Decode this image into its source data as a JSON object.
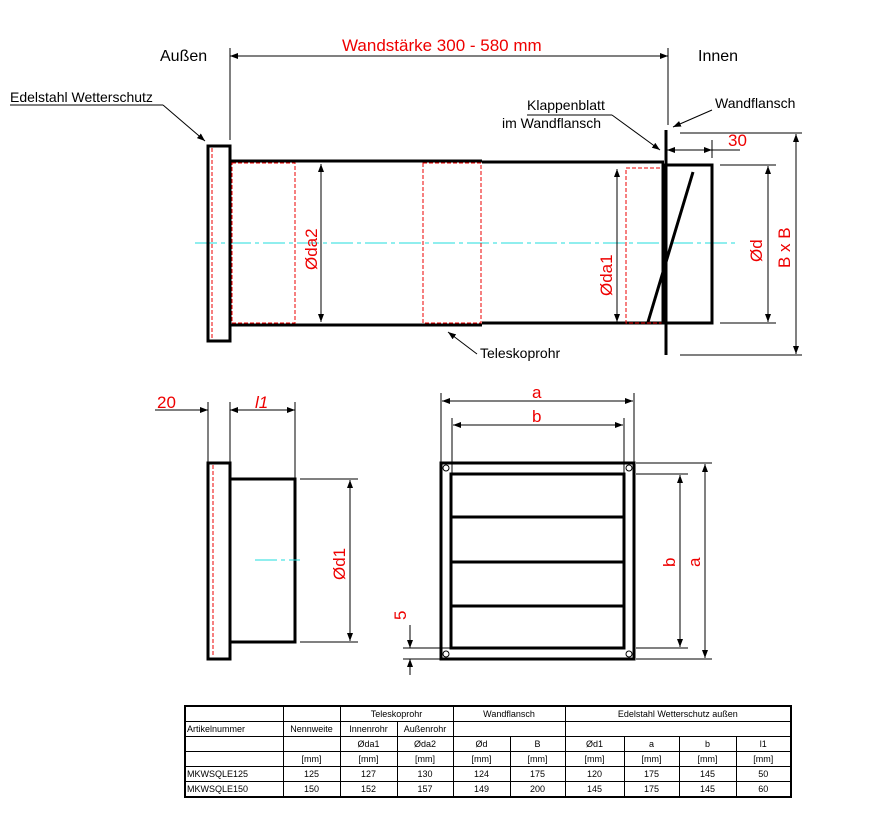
{
  "labels": {
    "outside": "Außen",
    "inside": "Innen",
    "wall_thickness": "Wandstärke 300 - 580 mm",
    "weather_guard": "Edelstahl Wetterschutz",
    "damper_line1": "Klappenblatt",
    "damper_line2": "im Wandflansch",
    "wall_flange": "Wandflansch",
    "telescope": "Teleskoprohr"
  },
  "dims": {
    "flange_30": "30",
    "dia_da2": "Øda2",
    "dia_da1": "Øda1",
    "dia_d": "Ød",
    "bxb": "B x B",
    "dim_20": "20",
    "dim_l1": "l1",
    "dia_d1": "Ød1",
    "a_top": "a",
    "b_top": "b",
    "b_side": "b",
    "a_side": "a",
    "dim_5": "5"
  },
  "colors": {
    "dimension": "#e00000",
    "centerline": "#22dddd"
  },
  "table": {
    "group_headers": {
      "telescope": "Teleskoprohr",
      "flange": "Wandflansch",
      "guard": "Edelstahl Wetterschutz außen"
    },
    "sub_headers": {
      "article": "Artikelnummer",
      "nominal": "Nennweite",
      "inner": "Innenrohr",
      "outer": "Außenrohr"
    },
    "symbols": [
      "Øda1",
      "Øda2",
      "Ød",
      "B",
      "Ød1",
      "a",
      "b",
      "l1"
    ],
    "units": [
      "[mm]",
      "[mm]",
      "[mm]",
      "[mm]",
      "[mm]",
      "[mm]",
      "[mm]",
      "[mm]",
      "[mm]"
    ],
    "rows": [
      [
        "MKWSQLE125",
        "125",
        "127",
        "130",
        "124",
        "175",
        "120",
        "175",
        "145",
        "50"
      ],
      [
        "MKWSQLE150",
        "150",
        "152",
        "157",
        "149",
        "200",
        "145",
        "175",
        "145",
        "60"
      ]
    ]
  }
}
